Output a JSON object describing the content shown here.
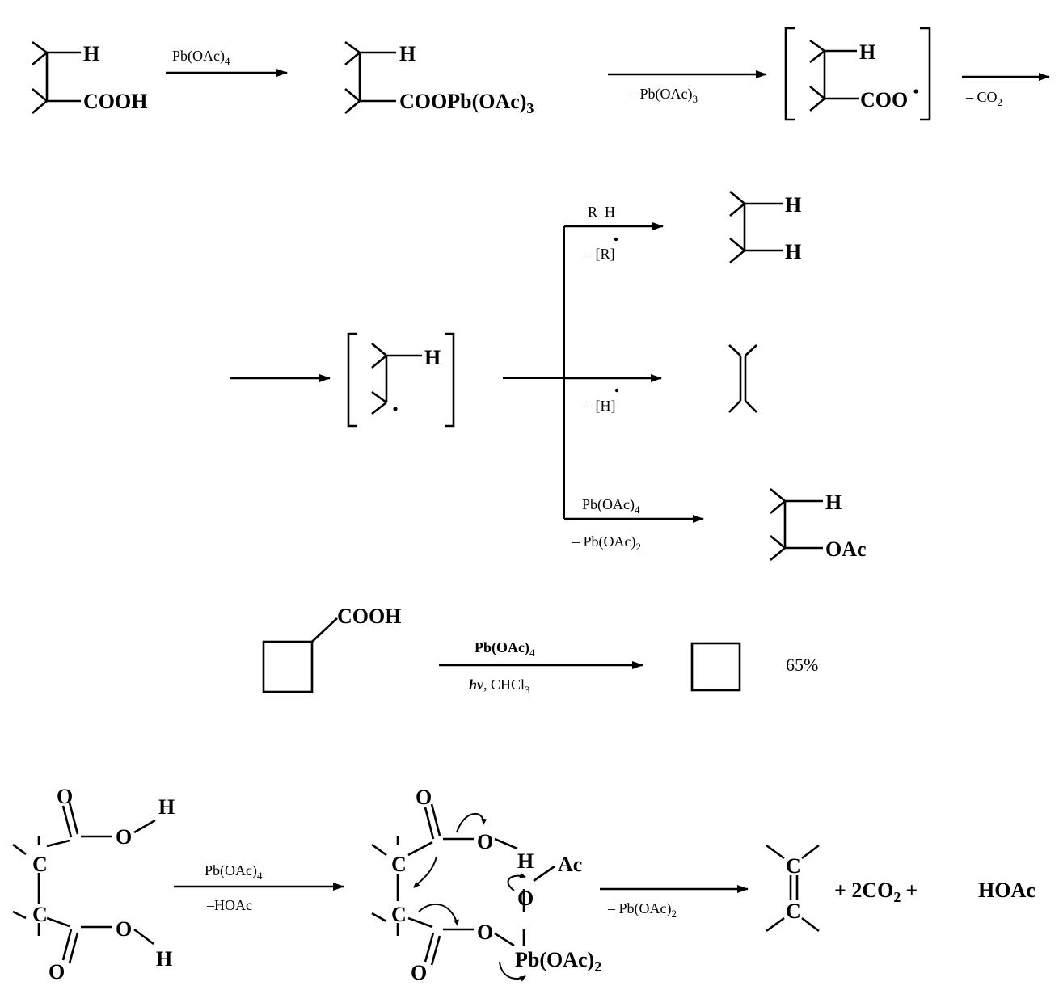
{
  "scheme1": {
    "reactant": {
      "top": "H",
      "bottom": "COOH"
    },
    "step1": {
      "reagent": "Pb(OAc)",
      "reagent_sub": "4"
    },
    "intermediate1": {
      "top": "H",
      "bottom": "COOPb(OAc)",
      "bottom_sub": "3"
    },
    "step2": {
      "byproduct": "– Pb(OAc)",
      "byproduct_sub": "3"
    },
    "intermediate2": {
      "top": "H",
      "bottom": "COO"
    },
    "step3": {
      "byproduct": "– CO",
      "byproduct_sub": "2"
    },
    "radical": {
      "top": "H"
    },
    "branch_a": {
      "reagent": "R–H",
      "byproduct": "– [R]",
      "product_top": "H",
      "product_bottom": "H"
    },
    "branch_b": {
      "byproduct": "– [H]"
    },
    "branch_c": {
      "reagent": "Pb(OAc)",
      "reagent_sub": "4",
      "byproduct": "– Pb(OAc)",
      "byproduct_sub": "2",
      "product_top": "H",
      "product_bottom": "OAc"
    }
  },
  "scheme2": {
    "reactant_group": "COOH",
    "reagent_top": "Pb(OAc)",
    "reagent_top_sub": "4",
    "hv": "hv",
    "solvent": ", CHCl",
    "solvent_sub": "3",
    "yield": "65%"
  },
  "scheme3": {
    "atoms": {
      "O": "O",
      "H": "H",
      "C": "C"
    },
    "step1": {
      "reagent": "Pb(OAc)",
      "reagent_sub": "4",
      "byproduct": "–HOAc"
    },
    "ac": "Ac",
    "pb": "Pb(OAc)",
    "pb_sub": "2",
    "step2": {
      "byproduct": "– Pb(OAc)",
      "byproduct_sub": "2"
    },
    "products": {
      "co2": "+ 2CO",
      "co2_sub": "2",
      "plus": "+",
      "hoac": "HOAc"
    }
  }
}
